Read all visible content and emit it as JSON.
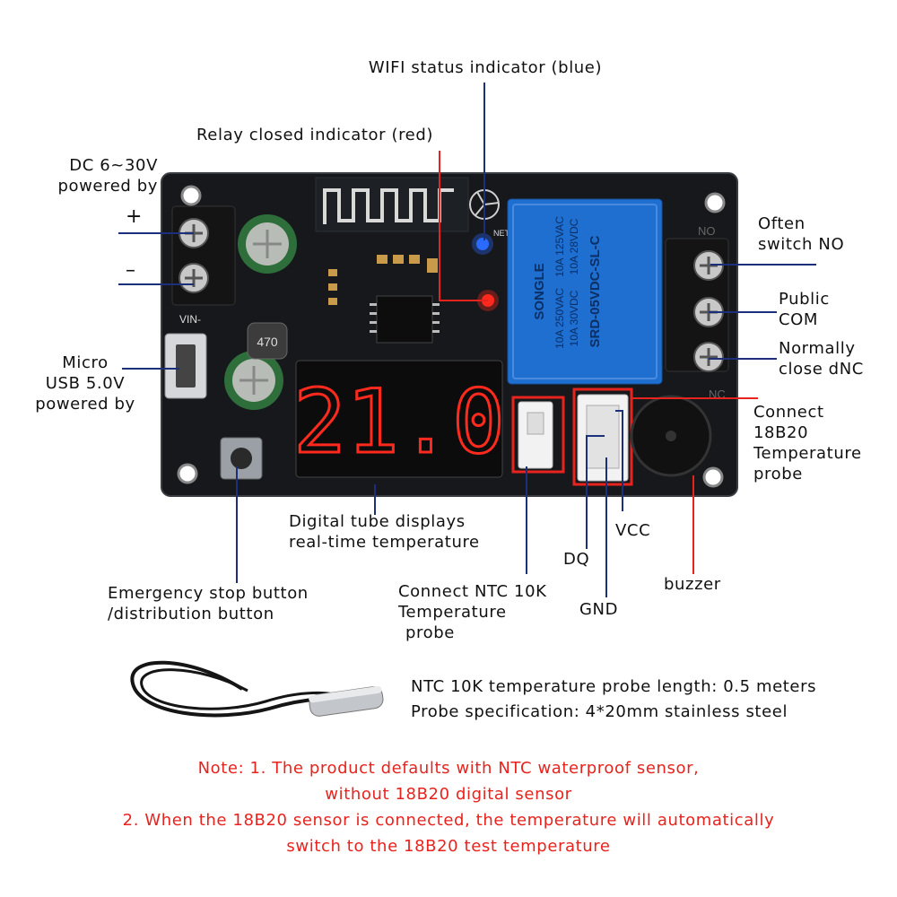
{
  "board": {
    "display_digits": "21.0",
    "terminals_left": [
      "+",
      "–"
    ],
    "port_label": "VIN-",
    "relay_brand": "SONGLE",
    "relay_model": "SRD-05VDC-SL-C",
    "relay_ratings": [
      "10A 250VAC",
      "10A 125VAC",
      "10A 30VDC",
      "10A 28VDC"
    ],
    "relay_terminal_labels": [
      "NO",
      "NC"
    ],
    "inductor_label": "470",
    "led_label": "NET"
  },
  "labels": {
    "wifi": "WIFI status indicator (blue)",
    "relay_indicator": "Relay closed indicator (red)",
    "dc_power": [
      "DC 6~30V",
      "powered by"
    ],
    "micro_usb": [
      "Micro",
      "USB 5.0V",
      "powered by"
    ],
    "often_switch": [
      "Often",
      "switch NO"
    ],
    "public_com": [
      "Public",
      "COM"
    ],
    "normally_close": [
      "Normally",
      "close dNC"
    ],
    "connect_18b20": [
      "Connect",
      "18B20",
      "Temperature",
      "probe"
    ],
    "digital_tube": [
      "Digital tube displays",
      "real-time temperature"
    ],
    "emergency": [
      "Emergency stop button",
      "/distribution button"
    ],
    "ntc": [
      "Connect NTC 10K",
      "Temperature",
      "probe"
    ],
    "dq": "DQ",
    "vcc": "VCC",
    "gnd": "GND",
    "buzzer": "buzzer"
  },
  "specs": [
    "NTC 10K temperature probe length: 0.5 meters",
    "Probe specification: 4*20mm stainless steel"
  ],
  "notes": [
    "Note: 1. The product defaults with NTC waterproof sensor,",
    "without 18B20 digital sensor",
    "2. When the 18B20 sensor is connected, the temperature will automatically",
    "switch to the 18B20 test temperature"
  ],
  "colors": {
    "pcb": "#16181b",
    "relay": "#1e6fd0",
    "segment": "#ff2a1e",
    "pointer_line": "#1b2f7a",
    "red_box": "#e8231e",
    "note_text": "#e8231e"
  }
}
